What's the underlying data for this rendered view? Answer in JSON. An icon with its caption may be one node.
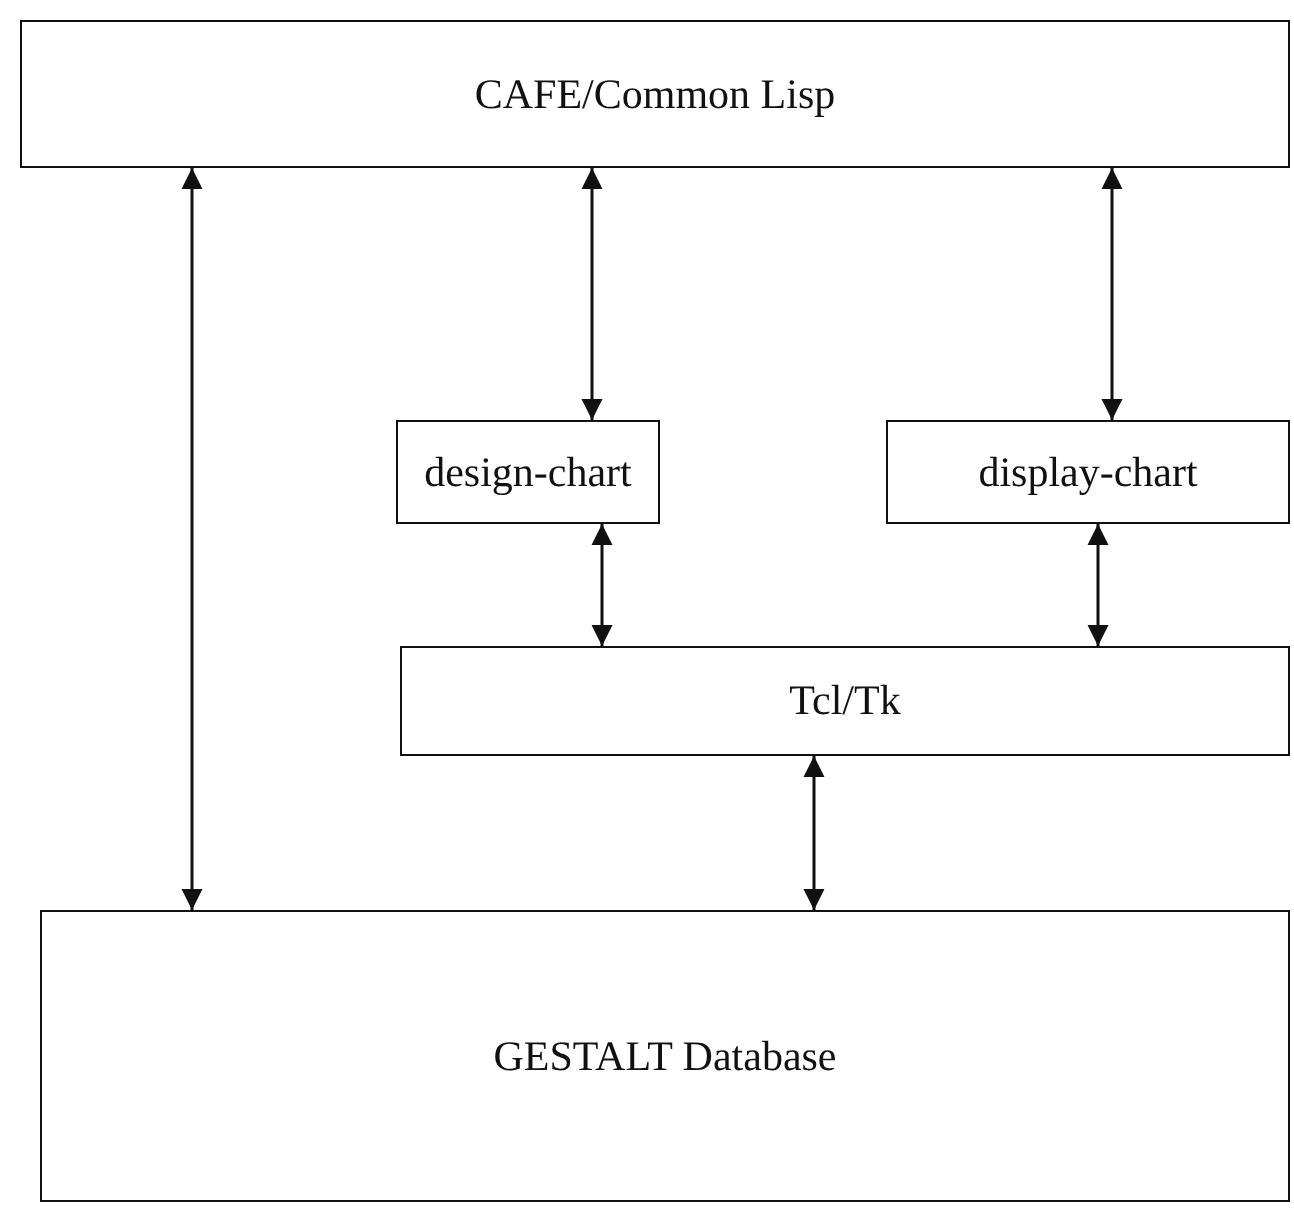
{
  "diagram": {
    "nodes": [
      {
        "text": [
          "CAFE/Common Lisp"
        ]
      },
      {
        "text": [
          "design-chart"
        ]
      },
      {
        "text": [
          "display-chart"
        ]
      },
      {
        "text": [
          "Tcl/Tk"
        ]
      },
      {
        "text": [
          "GESTALT Database"
        ]
      }
    ],
    "edges": [
      {
        "from": 0,
        "to": 4,
        "arrow": "both"
      },
      {
        "from": 0,
        "to": 1,
        "arrow": "both"
      },
      {
        "from": 0,
        "to": 2,
        "arrow": "both"
      },
      {
        "from": 1,
        "to": 3,
        "arrow": "both"
      },
      {
        "from": 2,
        "to": 3,
        "arrow": "both"
      },
      {
        "from": 3,
        "to": 4,
        "arrow": "both"
      }
    ]
  }
}
